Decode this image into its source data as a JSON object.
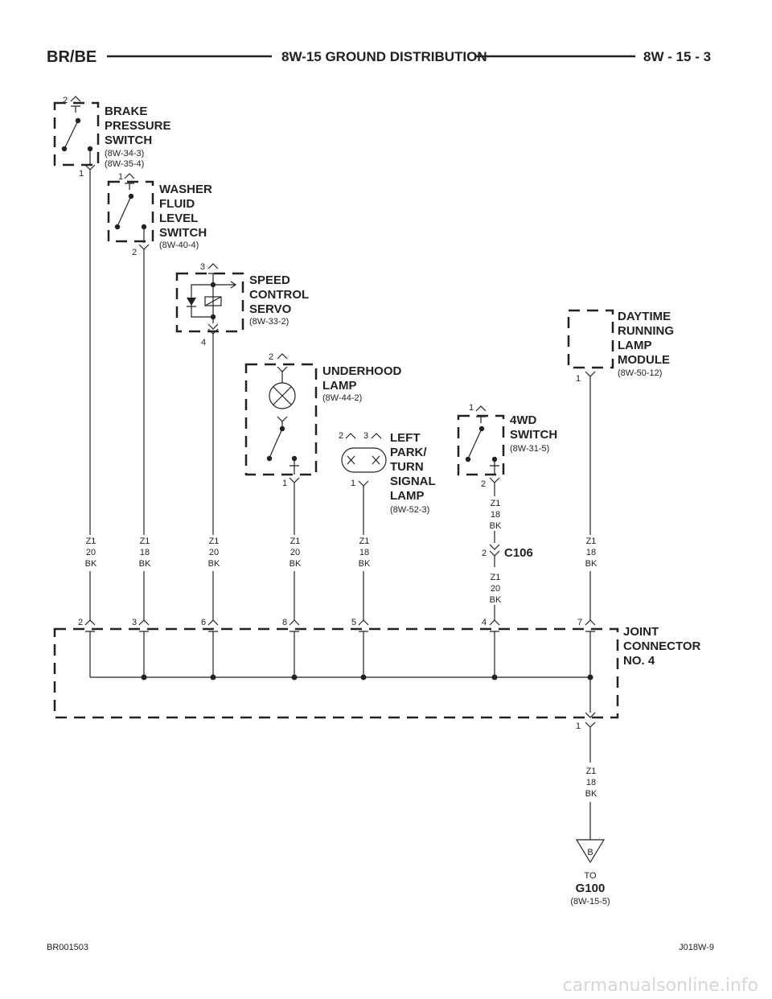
{
  "header": {
    "left": "BR/BE",
    "title": "8W-15 GROUND DISTRIBUTION",
    "right": "8W - 15 - 3"
  },
  "components": {
    "brake_pressure_switch": {
      "lines": [
        "BRAKE",
        "PRESSURE",
        "SWITCH"
      ],
      "refs": [
        "(8W-34-3)",
        "(8W-35-4)"
      ],
      "pin_top": "2",
      "pin_bottom": "1"
    },
    "washer_fluid_level_switch": {
      "lines": [
        "WASHER",
        "FLUID",
        "LEVEL",
        "SWITCH"
      ],
      "refs": [
        "(8W-40-4)"
      ],
      "pin_top": "1",
      "pin_bottom": "2"
    },
    "speed_control_servo": {
      "lines": [
        "SPEED",
        "CONTROL",
        "SERVO"
      ],
      "refs": [
        "(8W-33-2)"
      ],
      "pin_top": "3",
      "pin_bottom": "4"
    },
    "underhood_lamp": {
      "lines": [
        "UNDERHOOD",
        "LAMP"
      ],
      "refs": [
        "(8W-44-2)"
      ],
      "pin_top": "2",
      "pin_bottom": "1"
    },
    "left_park_turn_signal_lamp": {
      "lines": [
        "LEFT",
        "PARK/",
        "TURN",
        "SIGNAL",
        "LAMP"
      ],
      "refs": [
        "(8W-52-3)"
      ],
      "pin_top_a": "2",
      "pin_top_b": "3",
      "pin_bottom": "1"
    },
    "four_wd_switch": {
      "lines": [
        "4WD",
        "SWITCH"
      ],
      "refs": [
        "(8W-31-5)"
      ],
      "pin_top": "1",
      "pin_bottom": "2"
    },
    "daytime_running_lamp_module": {
      "lines": [
        "DAYTIME",
        "RUNNING",
        "LAMP",
        "MODULE"
      ],
      "refs": [
        "(8W-50-12)"
      ],
      "pin_bottom": "1"
    },
    "joint_connector": {
      "lines": [
        "JOINT",
        "CONNECTOR",
        "NO. 4"
      ],
      "pins": [
        "2",
        "3",
        "6",
        "8",
        "5",
        "4",
        "7"
      ],
      "pin_out": "1"
    }
  },
  "wires": {
    "w1": [
      "Z1",
      "20",
      "BK"
    ],
    "w2": [
      "Z1",
      "18",
      "BK"
    ],
    "w3": [
      "Z1",
      "20",
      "BK"
    ],
    "w4": [
      "Z1",
      "20",
      "BK"
    ],
    "w5": [
      "Z1",
      "18",
      "BK"
    ],
    "w6_upper": [
      "Z1",
      "18",
      "BK"
    ],
    "w6_lower": [
      "Z1",
      "20",
      "BK"
    ],
    "w7": [
      "Z1",
      "18",
      "BK"
    ],
    "w_out": [
      "Z1",
      "18",
      "BK"
    ]
  },
  "inline_connector": {
    "pin": "2",
    "name": "C106"
  },
  "ground": {
    "letter": "B",
    "to": "TO",
    "name": "G100",
    "ref": "(8W-15-5)"
  },
  "footer": {
    "left": "BR001503",
    "right": "J018W-9"
  },
  "watermark": "carmanualsonline.info",
  "colors": {
    "ink": "#222222",
    "watermark": "#d6d6d6"
  }
}
